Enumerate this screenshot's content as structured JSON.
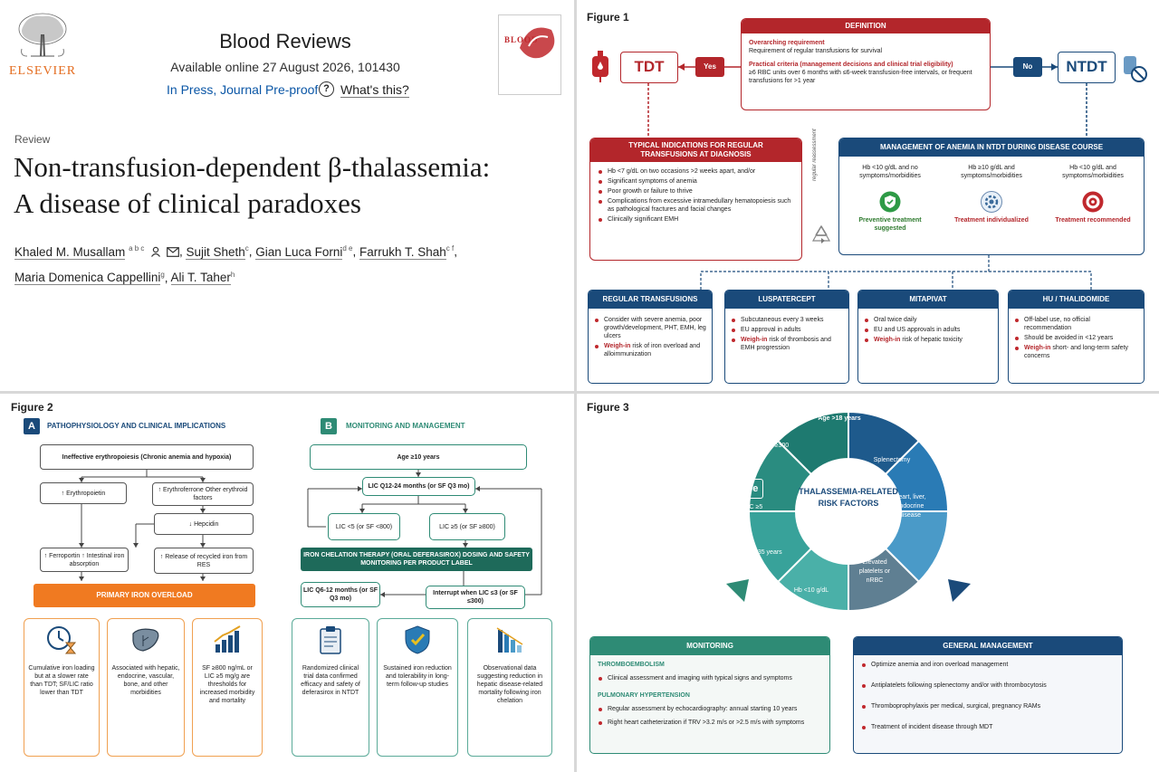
{
  "q1": {
    "publisher": "ELSEVIER",
    "journal": "Blood Reviews",
    "available": "Available online 27 August 2026, 101430",
    "in_press": "In Press, Journal Pre-proof",
    "whats_this": "What's this?",
    "cover_title": "BLOOD",
    "type": "Review",
    "title_line1": "Non-transfusion-dependent β-thalassemia:",
    "title_line2": "A disease of clinical paradoxes",
    "authors": [
      {
        "name": "Khaled M. Musallam",
        "sup": "a b c"
      },
      {
        "name": "Sujit Sheth",
        "sup": "c"
      },
      {
        "name": "Gian Luca Forni",
        "sup": "d e"
      },
      {
        "name": "Farrukh T. Shah",
        "sup": "c f"
      },
      {
        "name": "Maria Domenica Cappellini",
        "sup": "g"
      },
      {
        "name": "Ali T. Taher",
        "sup": "h"
      }
    ]
  },
  "fig1": {
    "label": "Figure 1",
    "definition": {
      "title": "DEFINITION",
      "req_title": "Overarching requirement",
      "req_text": "Requirement of regular transfusions for survival",
      "crit_title": "Practical criteria (management decisions and clinical trial eligibility)",
      "crit_text": "≥6 RBC units over 6 months with ≤6-week transfusion-free intervals, or frequent transfusions for >1 year"
    },
    "yes": "Yes",
    "no": "No",
    "tdt": "TDT",
    "ntdt": "NTDT",
    "indications": {
      "title": "TYPICAL INDICATIONS FOR REGULAR TRANSFUSIONS AT DIAGNOSIS",
      "items": [
        "Hb <7 g/dL on two occasions >2 weeks apart, and/or",
        "Significant symptoms of anemia",
        "Poor growth or failure to thrive",
        "Complications from excessive intramedullary hematopoiesis such as pathological fractures and facial changes",
        "Clinically significant EMH"
      ]
    },
    "reassess": "regular reassessment",
    "management": {
      "title": "MANAGEMENT OF ANEMIA IN NTDT DURING DISEASE COURSE",
      "cols": [
        {
          "cond": "Hb <10 g/dL and no symptoms/morbidities",
          "result": "Preventive treatment suggested",
          "icon": "shield-check-icon"
        },
        {
          "cond": "Hb ≥10 g/dL and symptoms/morbidities",
          "result": "Treatment individualized",
          "icon": "gear-icon"
        },
        {
          "cond": "Hb <10 g/dL and symptoms/morbidities",
          "result": "Treatment recommended",
          "icon": "target-icon"
        }
      ]
    },
    "options": [
      {
        "title": "REGULAR TRANSFUSIONS",
        "items": [
          "Consider with severe anemia, poor growth/development, PHT, EMH, leg ulcers"
        ],
        "weigh": "risk of iron overload and alloimmunization"
      },
      {
        "title": "LUSPATERCEPT",
        "items": [
          "Subcutaneous every 3 weeks",
          "EU approval in adults"
        ],
        "weigh": "risk of thrombosis and EMH progression"
      },
      {
        "title": "MITAPIVAT",
        "items": [
          "Oral twice daily",
          "EU and US approvals in adults"
        ],
        "weigh": "risk of hepatic toxicity"
      },
      {
        "title": "HU / THALIDOMIDE",
        "items": [
          "Off-label use, no official recommendation",
          "Should be avoided in <12 years"
        ],
        "weigh": "short- and long-term safety concerns"
      }
    ],
    "weigh_in": "Weigh-in"
  },
  "fig2": {
    "label": "Figure 2",
    "panel_a": {
      "letter": "A",
      "title": "PATHOPHYSIOLOGY AND CLINICAL IMPLICATIONS",
      "ineffective": "Ineffective erythropoiesis (Chronic anemia and hypoxia)",
      "epo": "↑ Erythropoietin",
      "erfe": "↑ Erythroferrone Other erythroid factors",
      "hepcidin": "↓ Hepcidin",
      "ferroportin": "↑ Ferroportin ↑ Intestinal iron absorption",
      "recycled": "↑ Release of recycled iron from RES",
      "primary": "PRIMARY IRON OVERLOAD",
      "cards": [
        {
          "icon": "clock-hourglass-icon",
          "text": "Cumulative iron loading but at a slower rate than TDT; SF/LIC ratio lower than TDT"
        },
        {
          "icon": "liver-icon",
          "text": "Associated with hepatic, endocrine, vascular, bone, and other morbidities"
        },
        {
          "icon": "bar-chart-icon",
          "text": "SF ≥800 ng/mL or LIC ≥5 mg/g are thresholds for increased morbidity and mortality"
        }
      ]
    },
    "panel_b": {
      "letter": "B",
      "title": "MONITORING AND MANAGEMENT",
      "age": "Age  ≥10 years",
      "lic_q": "LIC Q12-24 months (or SF Q3 mo)",
      "lic_lt5": "LIC <5 (or SF <800)",
      "lic_ge5": "LIC ≥5 (or SF ≥800)",
      "ict": "IRON CHELATION THERAPY (ORAL DEFERASIROX) DOSING AND SAFETY MONITORING PER PRODUCT LABEL",
      "lic_q6": "LIC Q6-12 months (or SF  Q3 mo)",
      "interrupt": "Interrupt when LIC ≤3 (or SF ≤300)",
      "cards": [
        {
          "icon": "clipboard-icon",
          "text": "Randomized clinical trial data confirmed efficacy and safety of deferasirox in NTDT"
        },
        {
          "icon": "shield-check-icon",
          "text": "Sustained iron reduction and tolerability in long-term follow-up studies"
        },
        {
          "icon": "declining-chart-icon",
          "text": "Observational data suggesting reduction in hepatic disease-related mortality following iron chelation"
        }
      ]
    }
  },
  "fig3": {
    "label": "Figure 3",
    "center": "THALASSEMIA-RELATED RISK FACTORS",
    "segments": [
      {
        "label": "Age >18 years",
        "color": "#1e5a8c"
      },
      {
        "label": "Splenectomy",
        "color": "#2a7bb5"
      },
      {
        "label": "Heart, liver, endocrine disease",
        "color": "#4a9ac8"
      },
      {
        "label": "Elevated platelets or nRBC",
        "color": "#5f7f92"
      },
      {
        "label": "Hb <10 g/dL",
        "color": "#4ab0a8"
      },
      {
        "label": "Age >35 years",
        "color": "#38a29a"
      },
      {
        "label": "LIC ≥5",
        "color": "#2a8c80"
      },
      {
        "label": "SF ≥300",
        "color": "#1e7a70"
      }
    ],
    "fe": "Fe",
    "monitoring": {
      "title": "MONITORING",
      "te_title": "THROMBOEMBOLISM",
      "te_items": [
        "Clinical assessment and imaging with typical signs and symptoms"
      ],
      "ph_title": "PULMONARY HYPERTENSION",
      "ph_items": [
        "Regular assessment by echocardiography: annual starting 10 years",
        "Right heart catheterization if TRV >3.2 m/s or >2.5 m/s with symptoms"
      ]
    },
    "general": {
      "title": "GENERAL MANAGEMENT",
      "items": [
        "Optimize anemia and iron overload management",
        "Antiplatelets following splenectomy and/or with thrombocytosis",
        "Thromboprophylaxis per medical, surgical, pregnancy RAMs",
        "Treatment of incident disease through MDT"
      ]
    }
  }
}
